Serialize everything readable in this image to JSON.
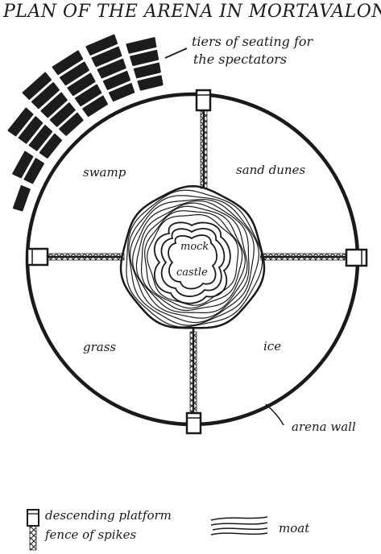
{
  "title": "PLAN OF THE ARENA IN MORTAVALON",
  "labels": {
    "seating_line1": "tiers of seating for",
    "seating_line2": "the spectators",
    "swamp": "swamp",
    "sand_dunes": "sand dunes",
    "grass": "grass",
    "ice": "ice",
    "mock_castle_line1": "mock",
    "mock_castle_line2": "castle",
    "arena_wall": "arena wall"
  },
  "legend": {
    "platform": "descending platform",
    "fence": "fence of spikes",
    "moat": "moat"
  }
}
